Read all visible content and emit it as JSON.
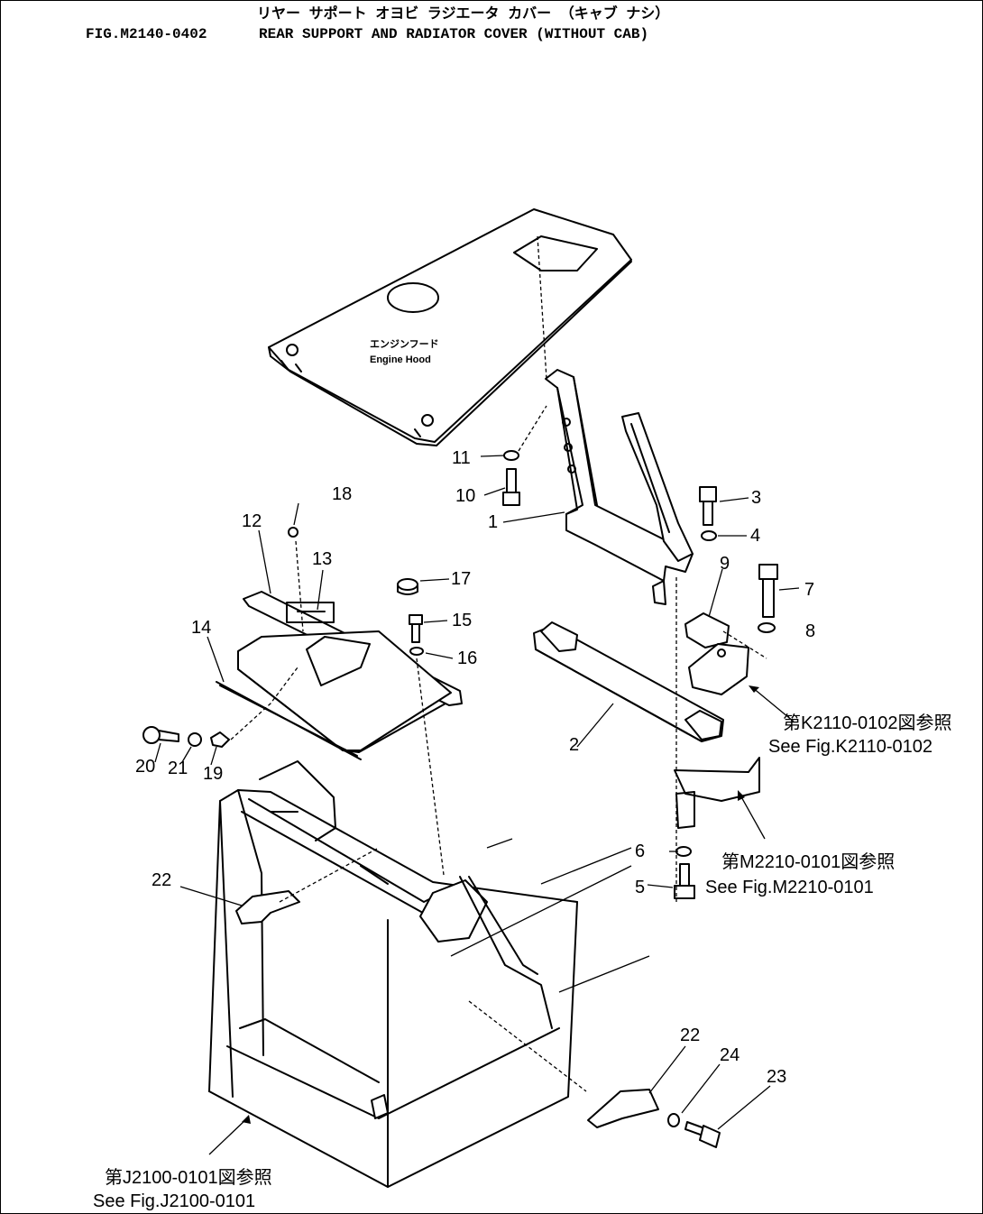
{
  "header": {
    "katakana_title": "リヤー サポート オヨビ ラジエータ カバー （キャブ ナシ）",
    "figure_id": "FIG.M2140-0402",
    "title": "REAR SUPPORT AND RADIATOR COVER (WITHOUT CAB)"
  },
  "hood_label": {
    "jp": "エンジンフード",
    "en": "Engine Hood"
  },
  "callouts": [
    "1",
    "2",
    "3",
    "4",
    "5",
    "6",
    "7",
    "8",
    "9",
    "10",
    "11",
    "12",
    "13",
    "14",
    "15",
    "16",
    "17",
    "18",
    "19",
    "20",
    "21",
    "22",
    "22",
    "23",
    "24"
  ],
  "references": [
    {
      "jp": "第K2110-0102図参照",
      "en": "See Fig.K2110-0102"
    },
    {
      "jp": "第M2210-0101図参照",
      "en": "See Fig.M2210-0101"
    },
    {
      "jp": "第J2100-0101図参照",
      "en": "See Fig.J2100-0101"
    }
  ]
}
